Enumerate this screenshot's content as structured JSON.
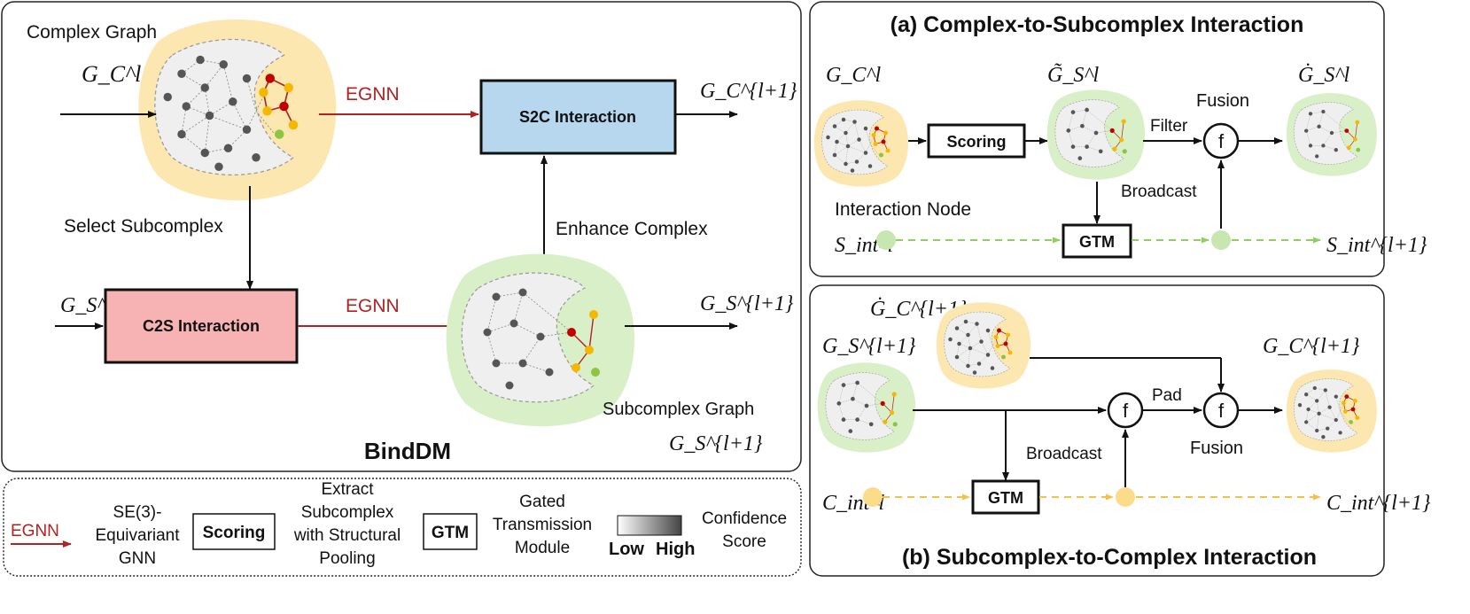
{
  "main": {
    "title": "BindDM",
    "complex_graph_label": "Complex Graph",
    "subcomplex_graph_label": "Subcomplex Graph",
    "select_subcomplex": "Select Subcomplex",
    "enhance_complex": "Enhance Complex",
    "egnn_top": "EGNN",
    "egnn_bottom": "EGNN",
    "s2c_box": "S2C Interaction",
    "c2s_box": "C2S Interaction",
    "gc_l": "G_C^l",
    "gc_l1": "G_C^{l+1}",
    "gs_l": "G_S^l",
    "gs_l1_right": "G_S^{l+1}",
    "gs_l1_bottom": "G_S^{l+1}"
  },
  "panel_a": {
    "title": "(a) Complex-to-Subcomplex Interaction",
    "scoring_box": "Scoring",
    "gtm_box": "GTM",
    "filter": "Filter",
    "fusion": "Fusion",
    "broadcast": "Broadcast",
    "interaction_node": "Interaction Node",
    "fuse_symbol": "f",
    "in_graph": "G_C^l",
    "mid_graph": "G̃_S^l",
    "out_graph": "Ġ_S^l",
    "sint_l": "S_int^l",
    "sint_l1": "S_int^{l+1}"
  },
  "panel_b": {
    "title": "(b) Subcomplex-to-Complex Interaction",
    "gtm_box": "GTM",
    "pad": "Pad",
    "fusion": "Fusion",
    "broadcast": "Broadcast",
    "fuse_symbol_1": "f",
    "fuse_symbol_2": "f",
    "gc_dot": "Ġ_C^{l+1}",
    "gs_l1": "G_S^{l+1}",
    "gc_l1": "G_C^{l+1}",
    "cint_l": "C_int^l",
    "cint_l1": "C_int^{l+1}"
  },
  "legend": {
    "egnn": "EGNN",
    "egnn_desc": [
      "SE(3)-",
      "Equivariant",
      "GNN"
    ],
    "scoring": "Scoring",
    "scoring_desc": [
      "Extract",
      "Subcomplex",
      "with Structural",
      "Pooling"
    ],
    "gtm": "GTM",
    "gtm_desc": [
      "Gated",
      "Transmission",
      "Module"
    ],
    "low": "Low",
    "high": "High",
    "confidence_desc": [
      "Confidence",
      "Score"
    ]
  },
  "colors": {
    "egnn_red": "#b22222",
    "s2c_fill": "#b7d7ee",
    "c2s_fill": "#f7b3b3",
    "complex_blob": "#fde7b0",
    "subcomplex_blob": "#d9efc8",
    "green_dash": "#8fcf5f",
    "yellow_dash": "#f2c14a"
  }
}
